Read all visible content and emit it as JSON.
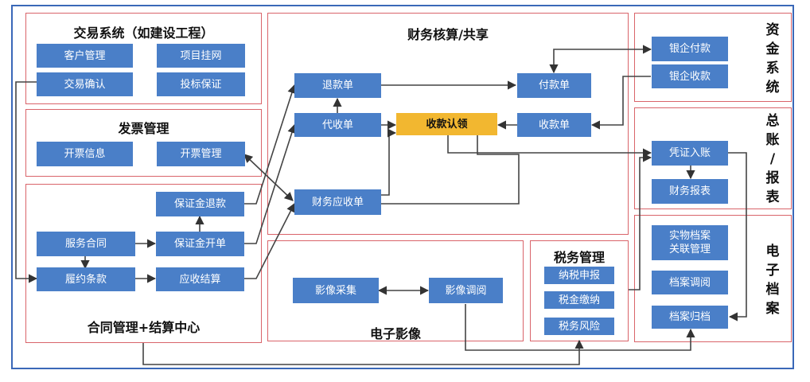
{
  "panels": {
    "trading": {
      "title": "交易系统（如建设工程）"
    },
    "invoice": {
      "title": "发票管理"
    },
    "contract": {
      "title": "合同管理+结算中心"
    },
    "finance": {
      "title": "财务核算/共享"
    },
    "imaging": {
      "title": "电子影像"
    },
    "tax": {
      "title": "税务管理"
    },
    "fund": {
      "title": [
        "资",
        "金",
        "系",
        "统"
      ]
    },
    "ledger": {
      "title": [
        "总",
        "账",
        "/",
        "报",
        "表"
      ]
    },
    "archive": {
      "title": [
        "电",
        "子",
        "档",
        "案"
      ]
    }
  },
  "nodes": {
    "customer_mgmt": "客户管理",
    "project_listing": "项目挂网",
    "trade_confirm": "交易确认",
    "bid_deposit": "投标保证",
    "invoice_info": "开票信息",
    "invoice_mgmt": "开票管理",
    "deposit_refund": "保证金退款",
    "service_contract": "服务合同",
    "deposit_issue": "保证金开单",
    "performance_terms": "履约条款",
    "receivable_settle": "应收结算",
    "refund_order": "退款单",
    "collection_agent": "代收单",
    "finance_receivable": "财务应收单",
    "receipt_claim": "收款认领",
    "payment_order": "付款单",
    "receipt_order": "收款单",
    "bank_payment": "银企付款",
    "bank_receipt": "银企收款",
    "voucher_entry": "凭证入账",
    "financial_report": "财务报表",
    "image_capture": "影像采集",
    "image_review": "影像调阅",
    "tax_filing": "纳税申报",
    "tax_payment": "税金缴纳",
    "tax_risk": "税务风险",
    "physical_archive": [
      "实物档案",
      "关联管理"
    ],
    "archive_review": "档案调阅",
    "archive_filing": "档案归档"
  },
  "colors": {
    "node": "#4a7fc8",
    "highlight": "#f2b730",
    "panel_border": "#d9646a",
    "frame": "#3a68b8",
    "connector": "#444444"
  }
}
